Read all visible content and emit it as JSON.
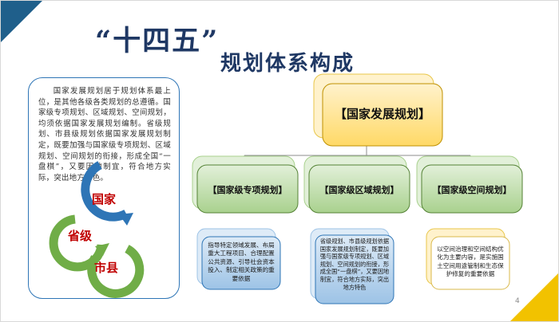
{
  "title_main": "“十四五”",
  "title_sub": "规划体系构成",
  "intro_text": "国家发展规划居于规划体系最上位，是其他各级各类规划的总遵循。国家级专项规划、区域规划、空间规划，均须依据国家发展规划编制。省级规划、市县级规划依据国家发展规划制定，既要加强与国家级专项规划、区域规划、空间规划的衔接，形成全国“一盘棋”，又要因地制宜，符合地方实际，突出地方特色。",
  "cycle": [
    "国家",
    "省级",
    "市县"
  ],
  "top_node": "【国家发展规划】",
  "branches": [
    {
      "label": "【国家级专项规划】",
      "detail": "指导特定领域发展、布局重大工程项目、合理配置公共资源、引导社会资本投入、制定相关政策的重要依据"
    },
    {
      "label": "【国家级区域规划】",
      "detail": "省级规划、市县级规划依据国家发展规划制定，既要加强与国家级专项规划、区域规划、空间规划的衔接，形成全国“一盘棋”，又要因地制宜，符合地方实际，突出地方特色"
    },
    {
      "label": "【国家级空间规划】",
      "detail": "以空间治理和空间结构优化为主要内容，是实施国土空间用途管制和生态保护修复的重要依据"
    }
  ],
  "page_number": "4",
  "colors": {
    "title": "#1f3864",
    "ring_blue": "#2e75b6",
    "ring_green": "#70ad47",
    "label_red": "#c00000",
    "node_top": "#ffe699",
    "node_branch": "#c5e0b4",
    "node_detail": "#bdd7ee",
    "corner_blue": "#1f5f8b",
    "corner_yellow": "#f2c200"
  }
}
